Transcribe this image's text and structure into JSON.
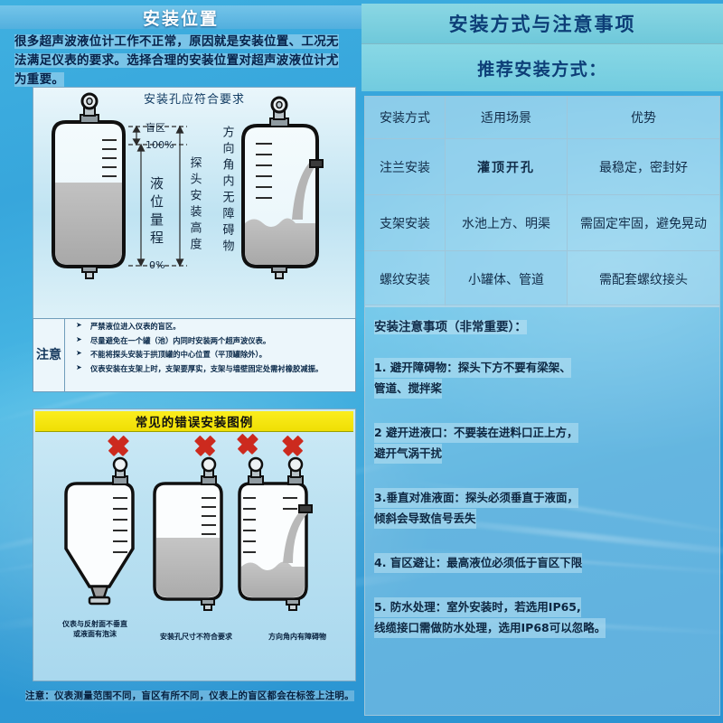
{
  "left": {
    "banner_title": "安装位置",
    "intro": "很多超声波液位计工作不正常，原因就是安装位置、工况无法满足仪表的要求。选择合理的安装位置对超声波液位计尤为重要。",
    "panel_a_header": "安装孔应符合要求",
    "diagram_labels": {
      "blind_zone": "盲区",
      "percent_100": "100%",
      "percent_0": "0%",
      "level_range": "液位量程",
      "probe_height": "探头安装高度",
      "no_obstacle": "方向角内无障碍物"
    },
    "note_label": "注意",
    "notes": [
      "严禁液位进入仪表的盲区。",
      "尽量避免在一个罐（池）内同时安装两个超声波仪表。",
      "不能将探头安装于拱顶罐的中心位置（平顶罐除外）。",
      "仪表安装在支架上时，支架要厚实，支架与墙壁固定处需衬橡胶减振。"
    ],
    "error_banner": "常见的错误安装图例",
    "error_captions": [
      "仪表与反射面不垂直\n或液面有泡沫",
      "安装孔尺寸不符合要求",
      "方向角内有障碍物"
    ],
    "error_caption_1_line1": "仪表与反射面不垂直",
    "error_caption_1_line2": "或液面有泡沫",
    "error_caption_2": "安装孔尺寸不符合要求",
    "error_caption_3": "方向角内有障碍物",
    "bottom_note": "注意：仪表测量范围不同，盲区有所不同，仪表上的盲区都会在标签上注明。"
  },
  "right": {
    "title": "安装方式与注意事项",
    "subtitle": "推荐安装方式：",
    "table": {
      "headers": [
        "安装方式",
        "适用场景",
        "优势"
      ],
      "rows": [
        {
          "method": "注兰安装",
          "scene": "灌顶开孔",
          "merit": "最稳定，密封好"
        },
        {
          "method": "支架安装",
          "scene": "水池上方、明渠",
          "merit": "需固定牢固，避免晃动"
        },
        {
          "method": "螺纹安装",
          "scene": "小罐体、管道",
          "merit": "需配套螺纹接头"
        }
      ]
    },
    "notes_header": "安装注意事项（非常重要）：",
    "notes": [
      {
        "line1": "1. 避开障碍物：探头下方不要有梁架、",
        "line2": "管道、搅拌桨"
      },
      {
        "line1": "2 避开进液口：不要装在进料口正上方，",
        "line2": "避开气涡干扰"
      },
      {
        "line1": "3.垂直对准液面：探头必须垂直于液面，",
        "line2": "倾斜会导致信号丢失"
      },
      {
        "line1": "4. 盲区避让：最高液位必须低于盲区下限",
        "line2": ""
      },
      {
        "line1": "5. 防水处理：室外安装时，若选用IP65,",
        "line2": "线缆接口需做防水处理，选用IP68可以忽略。"
      }
    ]
  },
  "colors": {
    "banner_blue": "#58b0de",
    "title_navy": "#0d3e77",
    "yellow": "#fbed1e",
    "error_red": "#cc2a1e",
    "tank_liquid": "#b0b0b0"
  }
}
